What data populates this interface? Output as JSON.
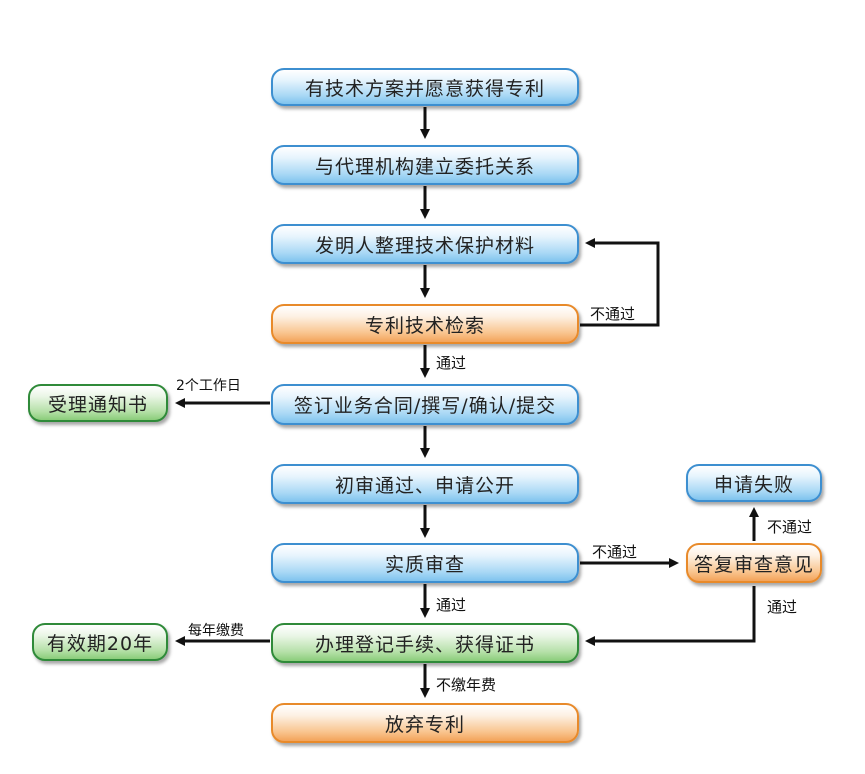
{
  "nodes": {
    "n1": "有技术方案并愿意获得专利",
    "n2": "与代理机构建立委托关系",
    "n3": "发明人整理技术保护材料",
    "n4": "专利技术检索",
    "n5": "签订业务合同/撰写/确认/提交",
    "n6": "初审通过、申请公开",
    "n7": "实质审查",
    "n8": "办理登记手续、获得证书",
    "n9": "放弃专利",
    "side_notice": "受理通知书",
    "side_failed": "申请失败",
    "side_reply": "答复审查意见",
    "side_valid": "有效期20年"
  },
  "edges": {
    "search_fail": "不通过",
    "search_pass": "通过",
    "notice_days": "2个工作日",
    "exam_fail": "不通过",
    "reply_fail": "不通过",
    "reply_pass": "通过",
    "exam_pass": "通过",
    "annual_fee": "每年缴费",
    "no_fee": "不缴年费"
  },
  "colors": {
    "blue_border": "#3d8fd0",
    "orange_border": "#e88a2a",
    "green_border": "#2f8a39",
    "arrow": "#111111"
  }
}
